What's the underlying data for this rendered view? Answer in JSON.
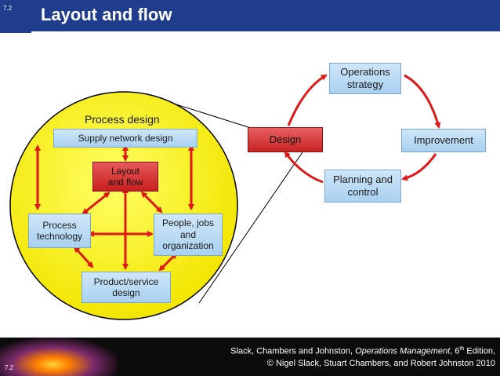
{
  "header": {
    "slide_number": "7.2",
    "title": "Layout and flow"
  },
  "process_design": {
    "title": "Process design",
    "supply_network": "Supply network design",
    "layout_flow": "Layout\nand flow",
    "process_technology": "Process\ntechnology",
    "people": "People, jobs\nand\norganization",
    "product_service": "Product/service\ndesign"
  },
  "cycle": {
    "operations_strategy": "Operations\nstrategy",
    "design": "Design",
    "improvement": "Improvement",
    "planning_control": "Planning and\ncontrol"
  },
  "footer": {
    "slide_number": "7.2",
    "citation_authors": "Slack, Chambers and Johnston, ",
    "citation_book": "Operations Management",
    "citation_edition_pre": ", 6",
    "citation_edition_sup": "th",
    "citation_edition_post": " Edition,",
    "copyright": "© Nigel Slack, Stuart Chambers, and Robert Johnston 2010"
  },
  "colors": {
    "header_bg": "#1f3d8c",
    "circle_fill": "#ffff33",
    "arrow_red": "#e01818",
    "box_blue": "#bfe0f7",
    "design_red": "#d42a2a"
  }
}
